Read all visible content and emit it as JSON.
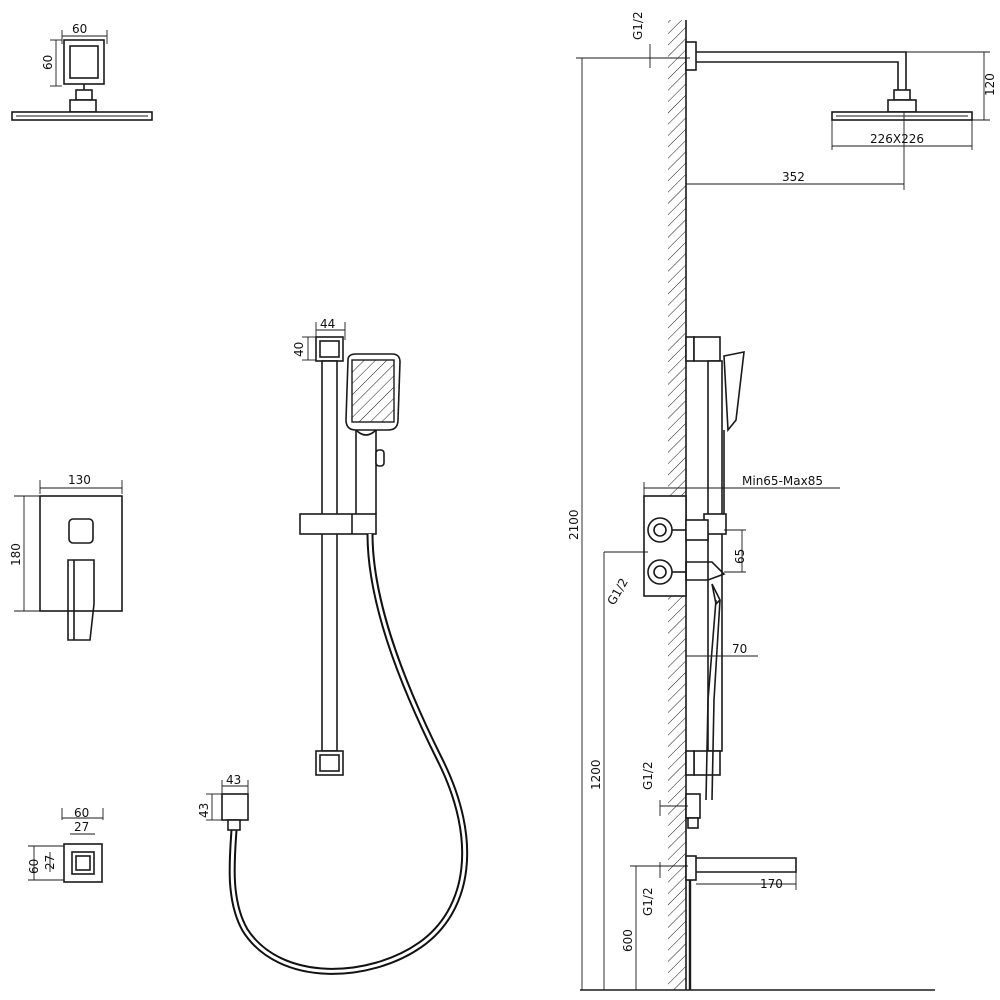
{
  "dims": {
    "head_arm_base_w": "60",
    "head_arm_base_h": "60",
    "rail_top_w": "44",
    "rail_top_h": "40",
    "valve_w": "130",
    "valve_h": "180",
    "elbow_w": "43",
    "elbow_h": "43",
    "outlet_w": "60",
    "outlet_inner_w": "27",
    "outlet_h": "60",
    "outlet_inner_h": "27",
    "thread_top": "G1/2",
    "arm_drop": "120",
    "head_size": "226X226",
    "arm_reach": "352",
    "total_height": "2100",
    "recess_depth": "Min65-Max85",
    "valve_gap": "65",
    "thread_valve": "G1/2",
    "spout_offset": "70",
    "height_1200": "1200",
    "thread_elbow": "G1/2",
    "spout_len": "170",
    "thread_spout": "G1/2",
    "height_600": "600"
  },
  "colors": {
    "line": "#1a1a1a",
    "wall": "#1a1a1a",
    "hose": "#111111"
  }
}
